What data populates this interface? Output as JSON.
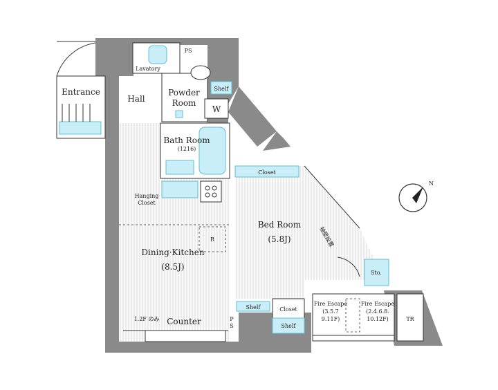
{
  "rooms": {
    "entrance": "Entrance",
    "hall": "Hall",
    "lavatory": "Lavatory",
    "ps": "PS",
    "powder_room_line1": "Powder",
    "powder_room_line2": "Room",
    "shelf_top": "Shelf",
    "w": "W",
    "bath_room": "Bath Room",
    "bath_size": "(1216)",
    "hanging_closet_line1": "Hanging",
    "hanging_closet_line2": "Closet",
    "closet_top": "Closet",
    "bed_room": "Bed Room",
    "bed_room_size": "(5.8J)",
    "dining_kitchen": "Dining·Kitchen",
    "dining_kitchen_size": "(8.5J)",
    "r": "R",
    "counter": "Counter",
    "counter_note": "1.2F のみ",
    "ps_bottom_line1": "P",
    "ps_bottom_line2": "S",
    "shelf_bottom": "Shelf",
    "closet_bottom": "Closet",
    "shelf_lower": "Shelf",
    "sto": "Sto.",
    "fire_escape_1": "Fire Escape",
    "fire_escape_1_floors": "(3.5.7",
    "fire_escape_1_floors2": "9.11F)",
    "fire_escape_2": "Fire Escape",
    "fire_escape_2_floors": "(2.4.6.8.",
    "fire_escape_2_floors2": "10.12F)",
    "tr": "TR",
    "diag_note": "袖壁設置"
  },
  "compass": {
    "label": "N"
  },
  "colors": {
    "wall": "#8a8a8a",
    "fixture_fill": "#c9eef7",
    "fixture_stroke": "#5bbfd8",
    "line": "#333333"
  }
}
